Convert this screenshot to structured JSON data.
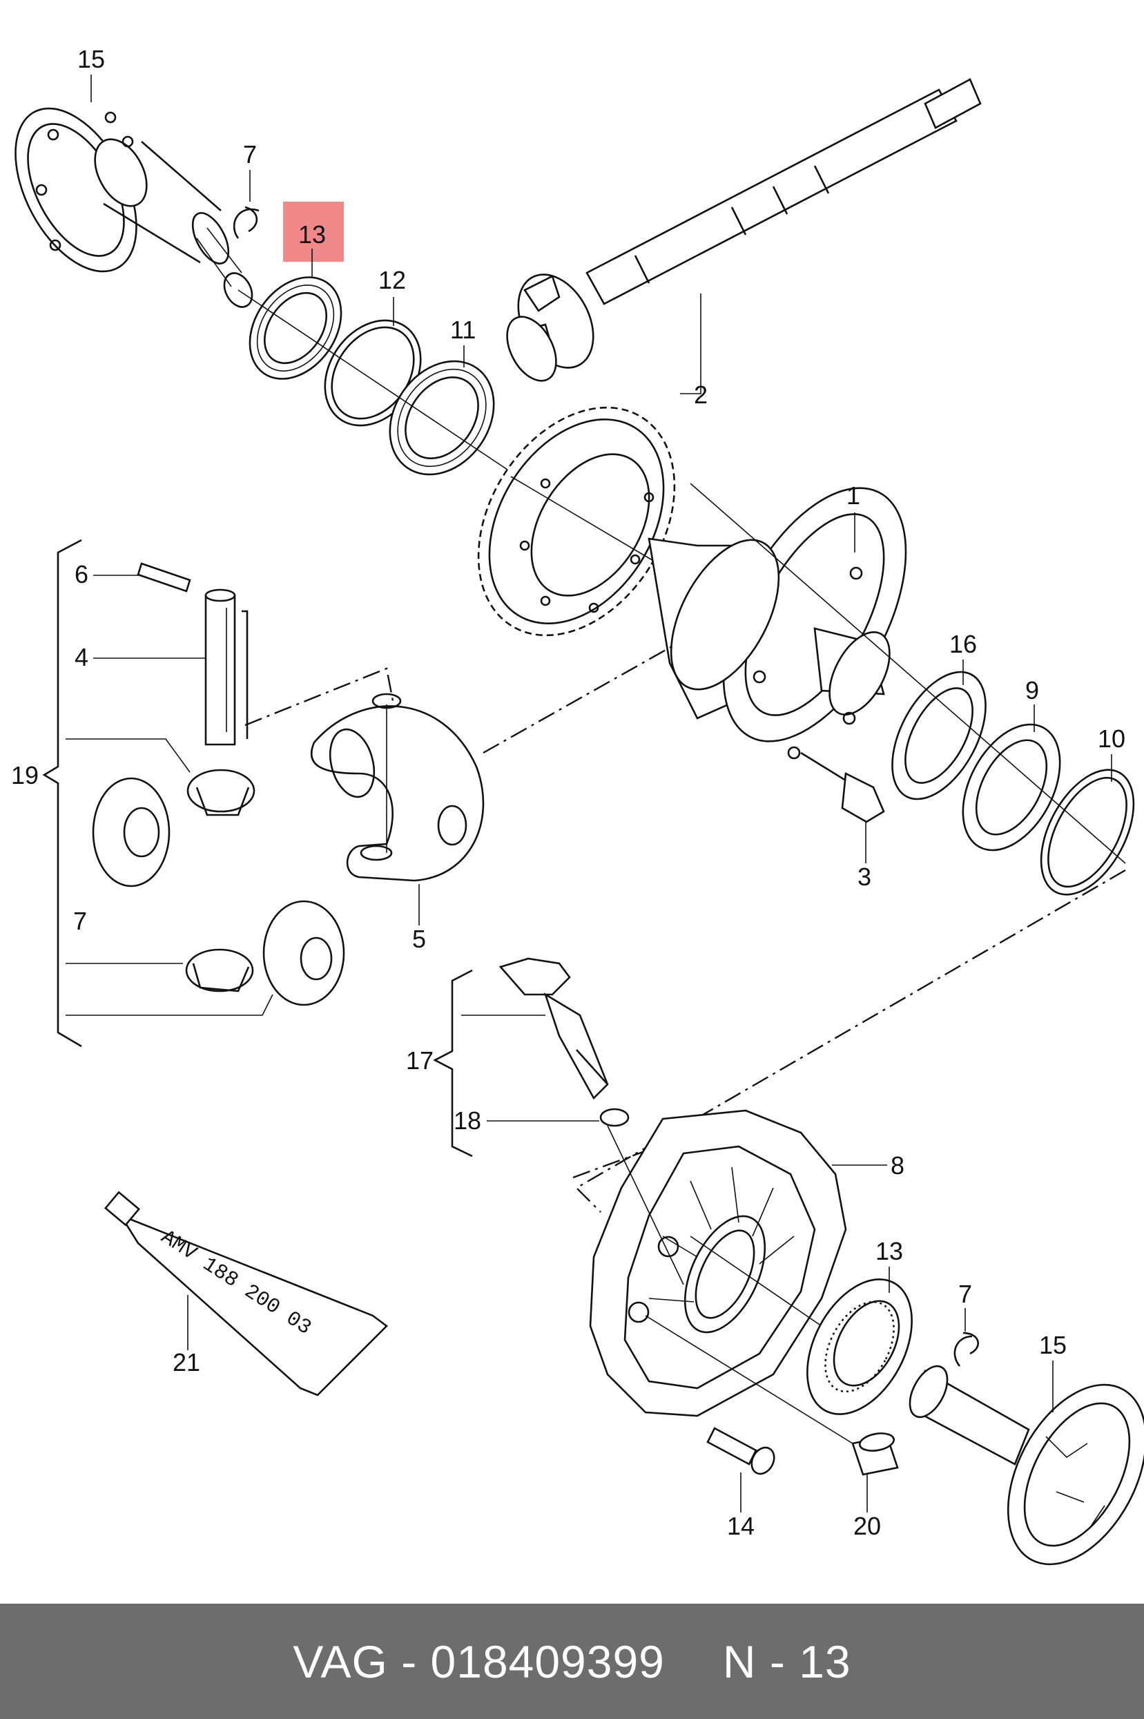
{
  "callouts": {
    "c1": "1",
    "c2": "2",
    "c3": "3",
    "c4": "4",
    "c5": "5",
    "c6": "6",
    "c7a": "7",
    "c7b": "7",
    "c7c": "7",
    "c8": "8",
    "c9": "9",
    "c10": "10",
    "c11": "11",
    "c12": "12",
    "c13a": "13",
    "c13b": "13",
    "c14": "14",
    "c15a": "15",
    "c15b": "15",
    "c16": "16",
    "c17": "17",
    "c18": "18",
    "c19": "19",
    "c20": "20",
    "c21": "21"
  },
  "highlight": {
    "color": "#f08a8a",
    "part": "13"
  },
  "tube_label": "AMV 188 200 03",
  "footer": {
    "brand": "VAG",
    "part_number": "018409399",
    "position": "N - 13",
    "separator": "-"
  },
  "colors": {
    "line": "#111111",
    "footer_bg": "#6d6d6d",
    "footer_text": "#ffffff"
  }
}
